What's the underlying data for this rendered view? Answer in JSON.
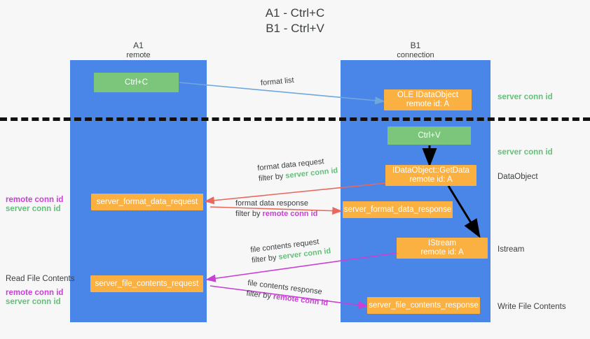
{
  "title": {
    "line1": "A1 - Ctrl+C",
    "line2": "B1 - Ctrl+V"
  },
  "colors": {
    "lane": "#4a86e8",
    "green_node": "#7bc67b",
    "orange_node": "#fbb042",
    "server_conn_id": "#63bf7a",
    "remote_conn_id": "#c940d4",
    "arrow_blue": "#6fa8dc",
    "arrow_red": "#e8685d",
    "arrow_magenta": "#c940d4",
    "arrow_black": "#000000",
    "background": "#f7f7f7",
    "separator": "#111111"
  },
  "lanes": [
    {
      "id": "a1",
      "title": "A1",
      "subtitle": "remote"
    },
    {
      "id": "b1",
      "title": "B1",
      "subtitle": "connection"
    }
  ],
  "nodes": [
    {
      "id": "ctrl-c",
      "kind": "green",
      "line1": "Ctrl+C",
      "line2": ""
    },
    {
      "id": "ole-idataobject",
      "kind": "orange",
      "line1": "OLE IDataObject",
      "line2": "remote id: A"
    },
    {
      "id": "ctrl-v",
      "kind": "green",
      "line1": "Ctrl+V",
      "line2": ""
    },
    {
      "id": "getdata",
      "kind": "orange",
      "line1": "IDataObject::GetData",
      "line2": "remote id: A"
    },
    {
      "id": "server-format-data-request",
      "kind": "orange",
      "line1": "server_format_data_request",
      "line2": ""
    },
    {
      "id": "server-format-data-response",
      "kind": "orange",
      "line1": "server_format_data_response",
      "line2": ""
    },
    {
      "id": "istream",
      "kind": "orange",
      "line1": "IStream",
      "line2": "remote id: A"
    },
    {
      "id": "server-file-contents-request",
      "kind": "orange",
      "line1": "server_file_contents_request",
      "line2": ""
    },
    {
      "id": "server-file-contents-response",
      "kind": "orange",
      "line1": "server_file_contents_response",
      "line2": ""
    }
  ],
  "edge_labels": [
    {
      "id": "format-list",
      "text": "format list",
      "filter_prefix": "",
      "filter_value": "",
      "filter_kind": ""
    },
    {
      "id": "format-data-request",
      "text": "format data request",
      "filter_prefix": "filter by ",
      "filter_value": "server conn id",
      "filter_kind": "srv"
    },
    {
      "id": "format-data-response",
      "text": "format data response",
      "filter_prefix": "filter by ",
      "filter_value": "remote conn id",
      "filter_kind": "rmt"
    },
    {
      "id": "file-contents-request",
      "text": "file contents request",
      "filter_prefix": "filter by ",
      "filter_value": "server conn id",
      "filter_kind": "srv"
    },
    {
      "id": "file-contents-response",
      "text": "file contents response",
      "filter_prefix": "filter by ",
      "filter_value": "remote conn id",
      "filter_kind": "rmt"
    }
  ],
  "right_notes": [
    {
      "id": "server-conn-id-top",
      "text": "server conn id",
      "kind": "srv"
    },
    {
      "id": "server-conn-id-second",
      "text": "server conn id",
      "kind": "srv"
    },
    {
      "id": "dataobject",
      "text": "DataObject",
      "kind": "plain"
    },
    {
      "id": "istream-note",
      "text": "Istream",
      "kind": "plain"
    },
    {
      "id": "write-file-contents",
      "text": "Write File Contents",
      "kind": "plain"
    }
  ],
  "left_notes": [
    {
      "id": "remote-conn-id-mid",
      "text": "remote conn id",
      "kind": "rmt"
    },
    {
      "id": "server-conn-id-mid",
      "text": "server conn id",
      "kind": "srv"
    },
    {
      "id": "read-file-contents",
      "text": "Read File Contents",
      "kind": "plain"
    },
    {
      "id": "remote-conn-id-low",
      "text": "remote conn id",
      "kind": "rmt"
    },
    {
      "id": "server-conn-id-low",
      "text": "server conn id",
      "kind": "srv"
    }
  ]
}
